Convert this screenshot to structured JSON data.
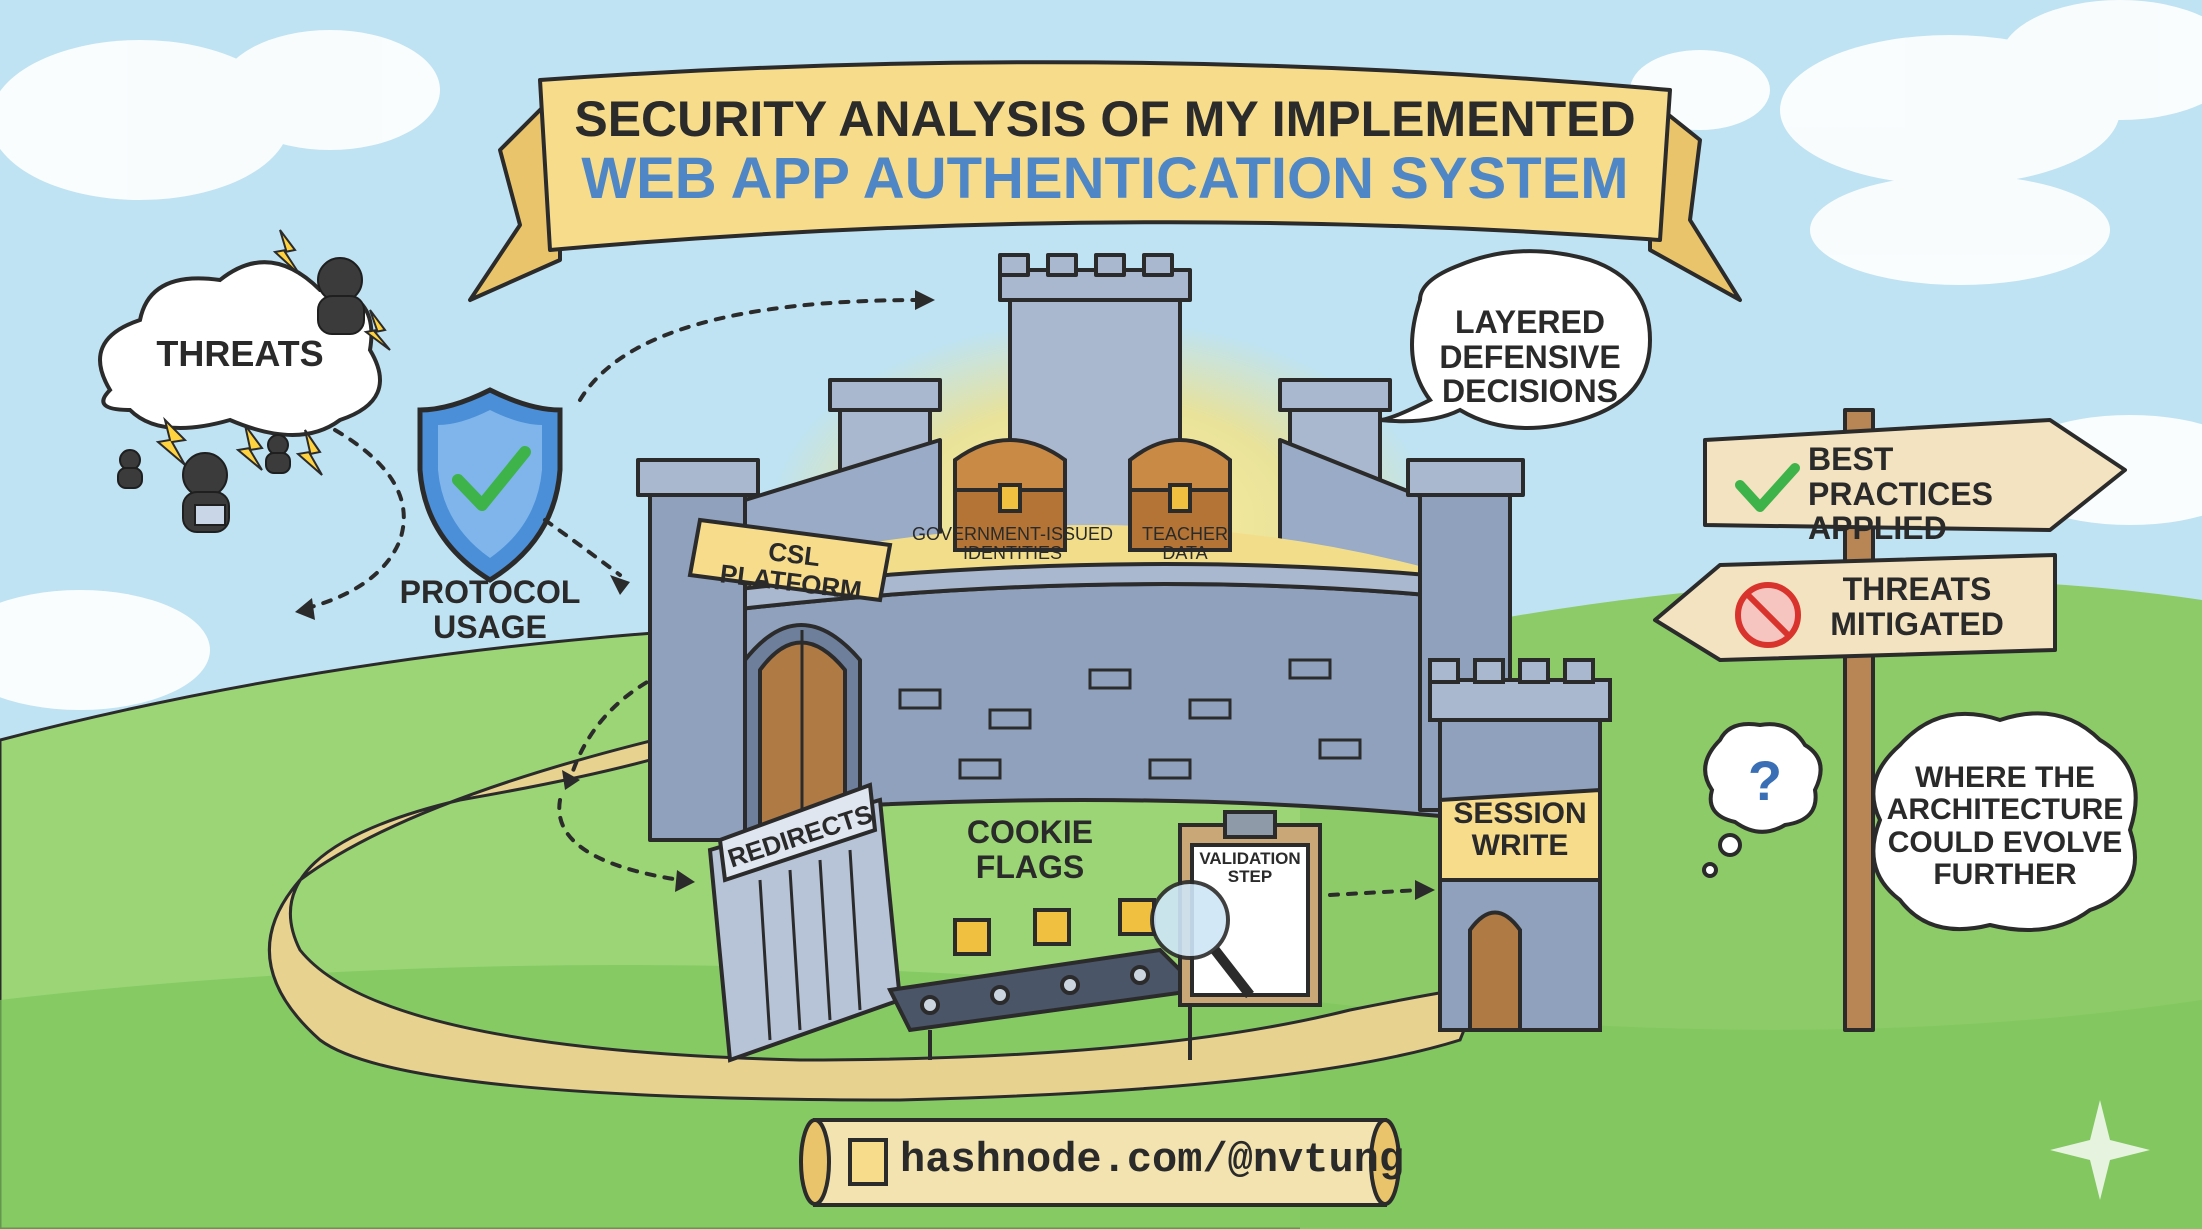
{
  "banner": {
    "line1": "SECURITY ANALYSIS OF MY IMPLEMENTED",
    "line2": "WEB APP AUTHENTICATION SYSTEM"
  },
  "threats": {
    "label": "THREATS"
  },
  "protocol": {
    "label": "PROTOCOL USAGE"
  },
  "speech": {
    "label": "LAYERED DEFENSIVE DECISIONS"
  },
  "castle": {
    "gate_sign": "CSL PLATFORM",
    "chest1": "GOVERNMENT-ISSUED IDENTITIES",
    "chest2": "TEACHER DATA"
  },
  "signpost": {
    "sign1": "BEST PRACTICES APPLIED",
    "sign2": "THREATS MITIGATED"
  },
  "thought": {
    "label": "WHERE THE ARCHITECTURE COULD EVOLVE FURTHER"
  },
  "redirects": {
    "label": "REDIRECTS"
  },
  "cookie": {
    "label": "COOKIE FLAGS"
  },
  "validation": {
    "label": "VALIDATION STEP"
  },
  "session": {
    "label": "SESSION WRITE"
  },
  "footer": {
    "url": "hashnode.com/@nvtung"
  },
  "colors": {
    "sky": "#bfe3f2",
    "grass": "#8fcf6b",
    "banner": "#f7dc8c",
    "title_blue": "#4f86c6",
    "stone": "#8fa1bd",
    "path": "#e8d28f",
    "wood": "#b88654",
    "shield": "#4a8fd8",
    "check": "#3db34a"
  }
}
